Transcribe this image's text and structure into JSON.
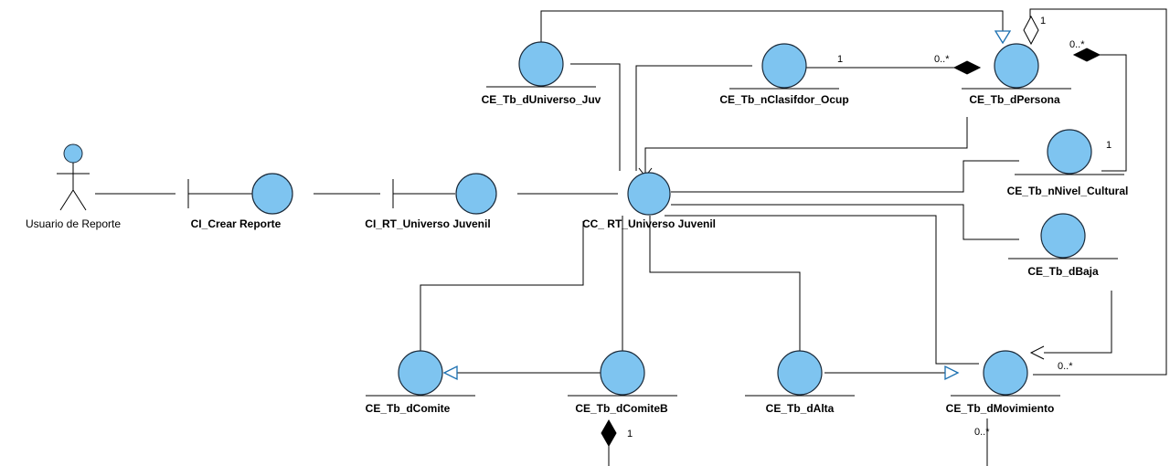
{
  "actor": {
    "label": "Usuario de Reporte"
  },
  "nodes": {
    "ci_crear": "CI_Crear Reporte",
    "ci_rt": "CI_RT_Universo Juvenil",
    "cc_rt": "CC_ RT_Universo Juvenil",
    "universo_juv": "CE_Tb_dUniverso_Juv",
    "clasif": "CE_Tb_nClasifdor_Ocup",
    "persona": "CE_Tb_dPersona",
    "nivel": "CE_Tb_nNivel_Cultural",
    "baja": "CE_Tb_dBaja",
    "comite": "CE_Tb_dComite",
    "comiteb": "CE_Tb_dComiteB",
    "alta": "CE_Tb_dAlta",
    "movimiento": "CE_Tb_dMovimiento"
  },
  "multiplicities": {
    "clasif_one": "1",
    "persona_from_clasif": "0..*",
    "persona_self_one": "1",
    "persona_from_nivel": "0..*",
    "nivel_one": "1",
    "movimiento_from_baja": "0..*",
    "comiteb_one": "1",
    "movimiento_bottom": "0..*"
  },
  "colors": {
    "entity_fill": "#7ec4f0",
    "line": "#000000"
  }
}
